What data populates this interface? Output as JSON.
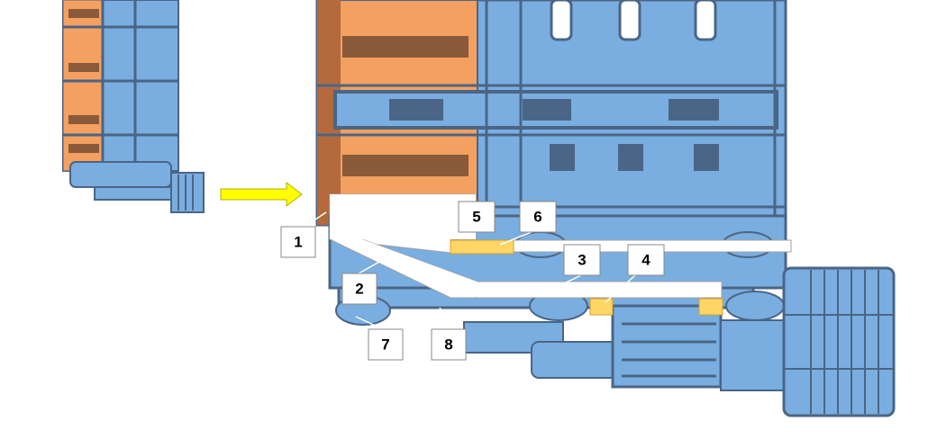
{
  "labels": {
    "l1": "1",
    "l2": "2",
    "l3": "3",
    "l4": "4",
    "l5": "5",
    "l6": "6",
    "l7": "7",
    "l8": "8"
  },
  "colors": {
    "blue": "#7aaee0",
    "dark": "#4a6585",
    "orange": "#f3a060",
    "brown": "#b46a3c",
    "yellow_arrow": "#ffff00",
    "highlight": "#ffd565"
  }
}
